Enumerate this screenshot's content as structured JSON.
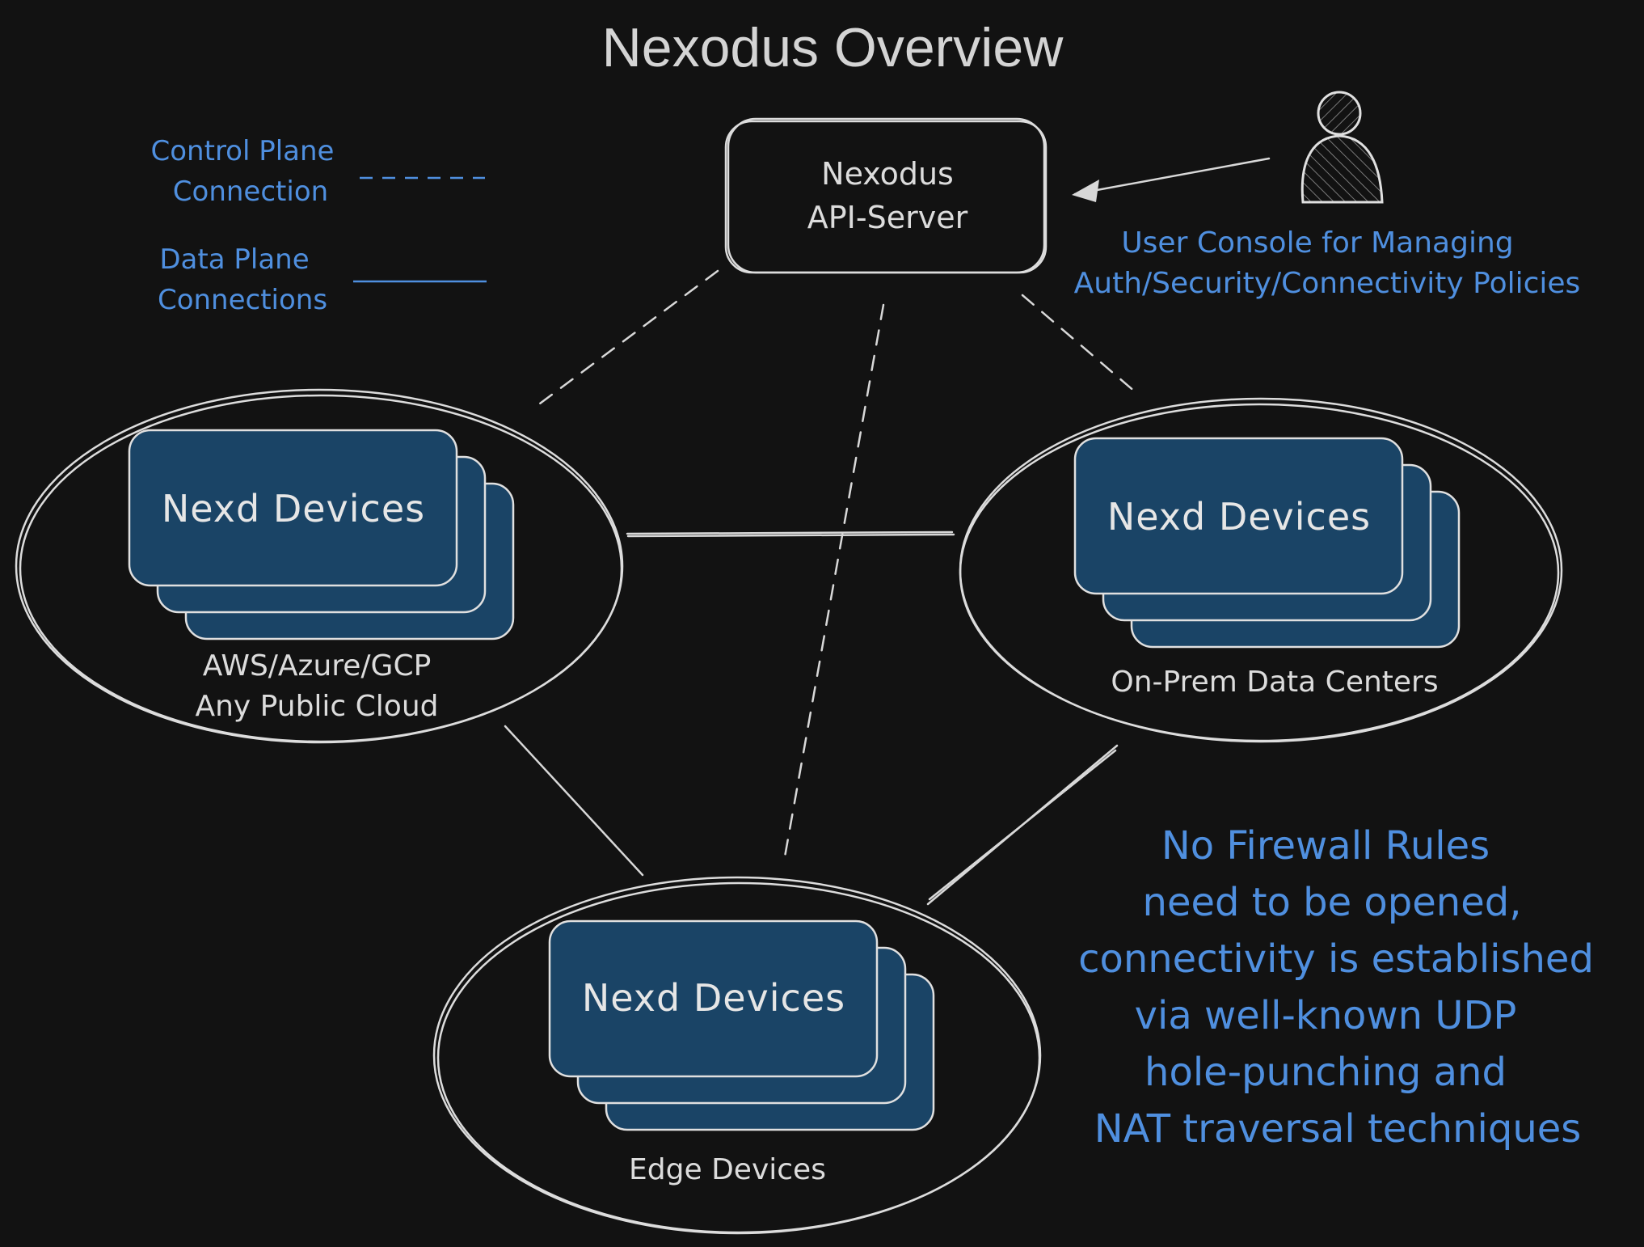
{
  "title": "Nexodus Overview",
  "legend": {
    "control_plane_line1": "Control Plane",
    "control_plane_line2": "Connection",
    "data_plane_line1": "Data Plane",
    "data_plane_line2": "Connections"
  },
  "api_server": {
    "line1": "Nexodus",
    "line2": "API-Server"
  },
  "user_console": {
    "line1": "User Console for Managing",
    "line2": "Auth/Security/Connectivity Policies"
  },
  "clusters": {
    "cloud": {
      "device_label": "Nexd Devices",
      "caption_line1": "AWS/Azure/GCP",
      "caption_line2": "Any Public Cloud"
    },
    "onprem": {
      "device_label": "Nexd Devices",
      "caption_line1": "On-Prem Data Centers"
    },
    "edge": {
      "device_label": "Nexd Devices",
      "caption_line1": "Edge Devices"
    }
  },
  "note": {
    "line1": "No Firewall Rules",
    "line2": "need to be opened,",
    "line3": "connectivity is established",
    "line4": "via well-known UDP",
    "line5": "hole-punching and",
    "line6": "NAT traversal techniques"
  },
  "colors": {
    "background": "#121212",
    "accent_blue": "#4f8fdf",
    "device_fill": "#1a4466",
    "stroke": "#dcdcdc"
  },
  "icons": {
    "user": "user-icon"
  }
}
